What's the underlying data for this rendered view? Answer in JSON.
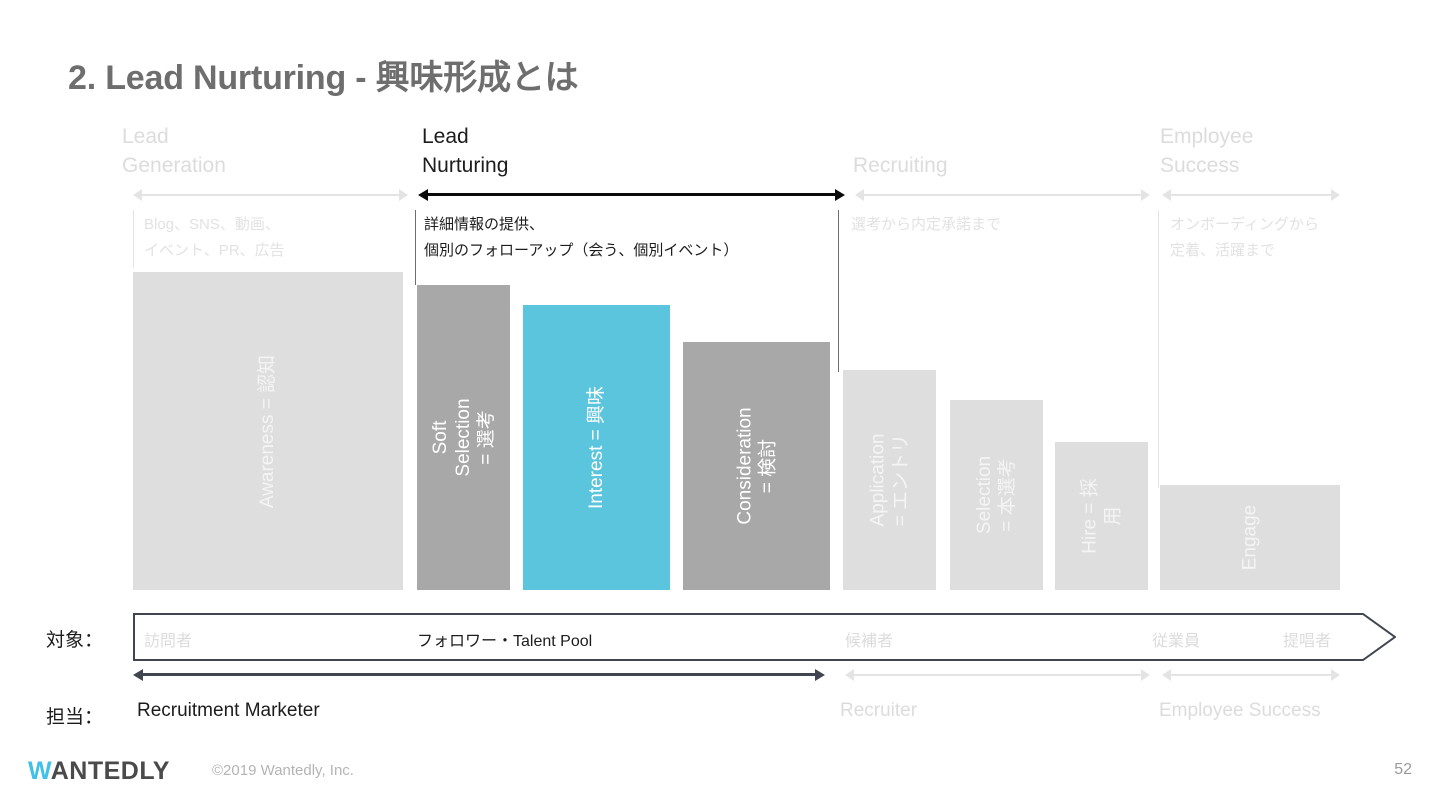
{
  "slide": {
    "title": "2. Lead Nurturing - 興味形成とは",
    "page_number": "52",
    "accent_color": "#5bc5de",
    "dim_color": "#dedede",
    "mid_color": "#a8a8a8",
    "dark_color": "#1c1c1c"
  },
  "phases": [
    {
      "id": "lead-generation",
      "name": "Lead\nGeneration",
      "highlighted": false,
      "description": "Blog、SNS、動画、\nイベント、PR、広告"
    },
    {
      "id": "lead-nurturing",
      "name": "Lead\nNurturing",
      "highlighted": true,
      "description": "詳細情報の提供、\n個別のフォローアップ（会う、個別イベント）"
    },
    {
      "id": "recruiting",
      "name": "Recruiting",
      "highlighted": false,
      "description": "選考から内定承諾まで"
    },
    {
      "id": "employee-success",
      "name": "Employee\nSuccess",
      "highlighted": false,
      "description": "オンボーディングから\n定着、活躍まで"
    }
  ],
  "chart_data": {
    "type": "bar",
    "title": "2. Lead Nurturing - 興味形成とは",
    "xlabel": "",
    "ylabel": "",
    "grid": false,
    "legend": "none",
    "categories": [
      "Awareness = 認知",
      "Soft Selection\n= 選考",
      "Interest = 興味",
      "Consideration\n= 検討",
      "Application\n= エントリ",
      "Selection\n= 本選考",
      "Hire = 採用",
      "Engage"
    ],
    "values": [
      318,
      305,
      285,
      248,
      220,
      190,
      148,
      105
    ],
    "ylim": [
      0,
      330
    ],
    "bar_styles": [
      "light",
      "mid",
      "accent",
      "mid",
      "light",
      "light",
      "light",
      "light"
    ],
    "bars": [
      {
        "label": "Awareness = 認知",
        "value": 318,
        "style": "light",
        "phase": "lead-generation"
      },
      {
        "label": "Soft Selection\n= 選考",
        "value": 305,
        "style": "mid",
        "phase": "lead-nurturing"
      },
      {
        "label": "Interest = 興味",
        "value": 285,
        "style": "accent",
        "phase": "lead-nurturing"
      },
      {
        "label": "Consideration\n= 検討",
        "value": 248,
        "style": "mid",
        "phase": "lead-nurturing"
      },
      {
        "label": "Application\n= エントリ",
        "value": 220,
        "style": "light",
        "phase": "recruiting"
      },
      {
        "label": "Selection\n= 本選考",
        "value": 190,
        "style": "light",
        "phase": "recruiting"
      },
      {
        "label": "Hire = 採用",
        "value": 148,
        "style": "light",
        "phase": "recruiting"
      },
      {
        "label": "Engage",
        "value": 105,
        "style": "light",
        "phase": "employee-success"
      }
    ]
  },
  "audience_row": {
    "label": "対象：",
    "items": [
      {
        "text": "訪問者",
        "highlighted": false
      },
      {
        "text": "フォロワー・Talent Pool",
        "highlighted": true
      },
      {
        "text": "候補者",
        "highlighted": false
      },
      {
        "text": "従業員",
        "highlighted": false
      },
      {
        "text": "提唱者",
        "highlighted": false
      }
    ]
  },
  "owner_row": {
    "label": "担当：",
    "items": [
      {
        "text": "Recruitment Marketer",
        "highlighted": true
      },
      {
        "text": "Recruiter",
        "highlighted": false
      },
      {
        "text": "Employee Success",
        "highlighted": false
      }
    ]
  },
  "footer": {
    "logo_first": "W",
    "logo_rest": "ANTEDLY",
    "copyright": "©2019 Wantedly, Inc."
  }
}
